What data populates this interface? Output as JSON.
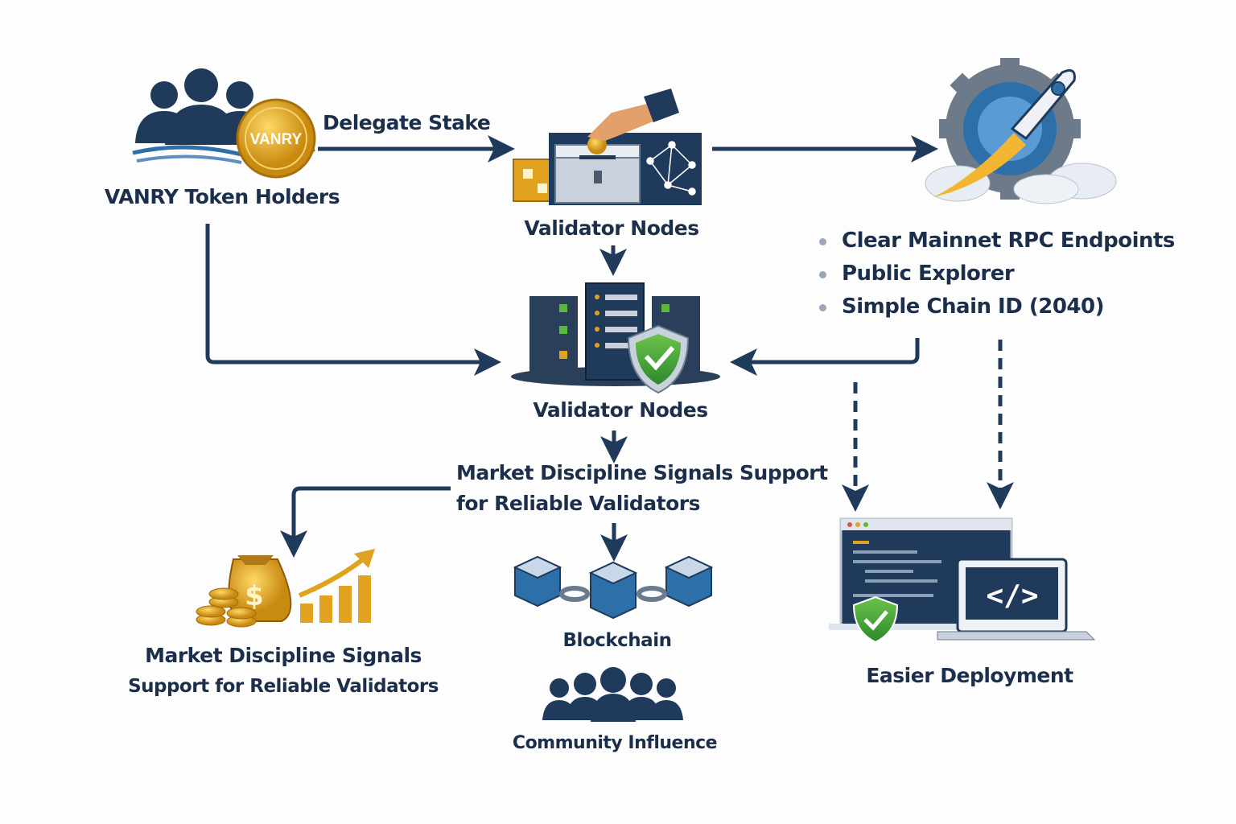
{
  "nodes": {
    "holders": {
      "label": "VANRY Token Holders",
      "coin": "VANRY"
    },
    "delegate": {
      "label": "Delegate Stake"
    },
    "validator_top": {
      "label": "Validator Nodes"
    },
    "validator_main": {
      "label": "Validator Nodes"
    },
    "signals_center": {
      "line1": "Market Discipline Signals Support",
      "line2": "for Reliable Validators"
    },
    "signals_left": {
      "line1": "Market Discipline Signals",
      "line2": "Support for Reliable Validators"
    },
    "blockchain": {
      "label": "Blockchain"
    },
    "community": {
      "label": "Community Influence"
    },
    "deployment": {
      "label": "Easier Deployment",
      "code_glyph": "</>"
    }
  },
  "features": [
    "Clear Mainnet RPC Endpoints",
    "Public Explorer",
    "Simple Chain ID (2040)"
  ],
  "colors": {
    "navy": "#1f3a5a",
    "text": "#1b2f4b",
    "gold": "#e0a21f",
    "green": "#3fa33a",
    "bullet": "#9aa7b8"
  }
}
